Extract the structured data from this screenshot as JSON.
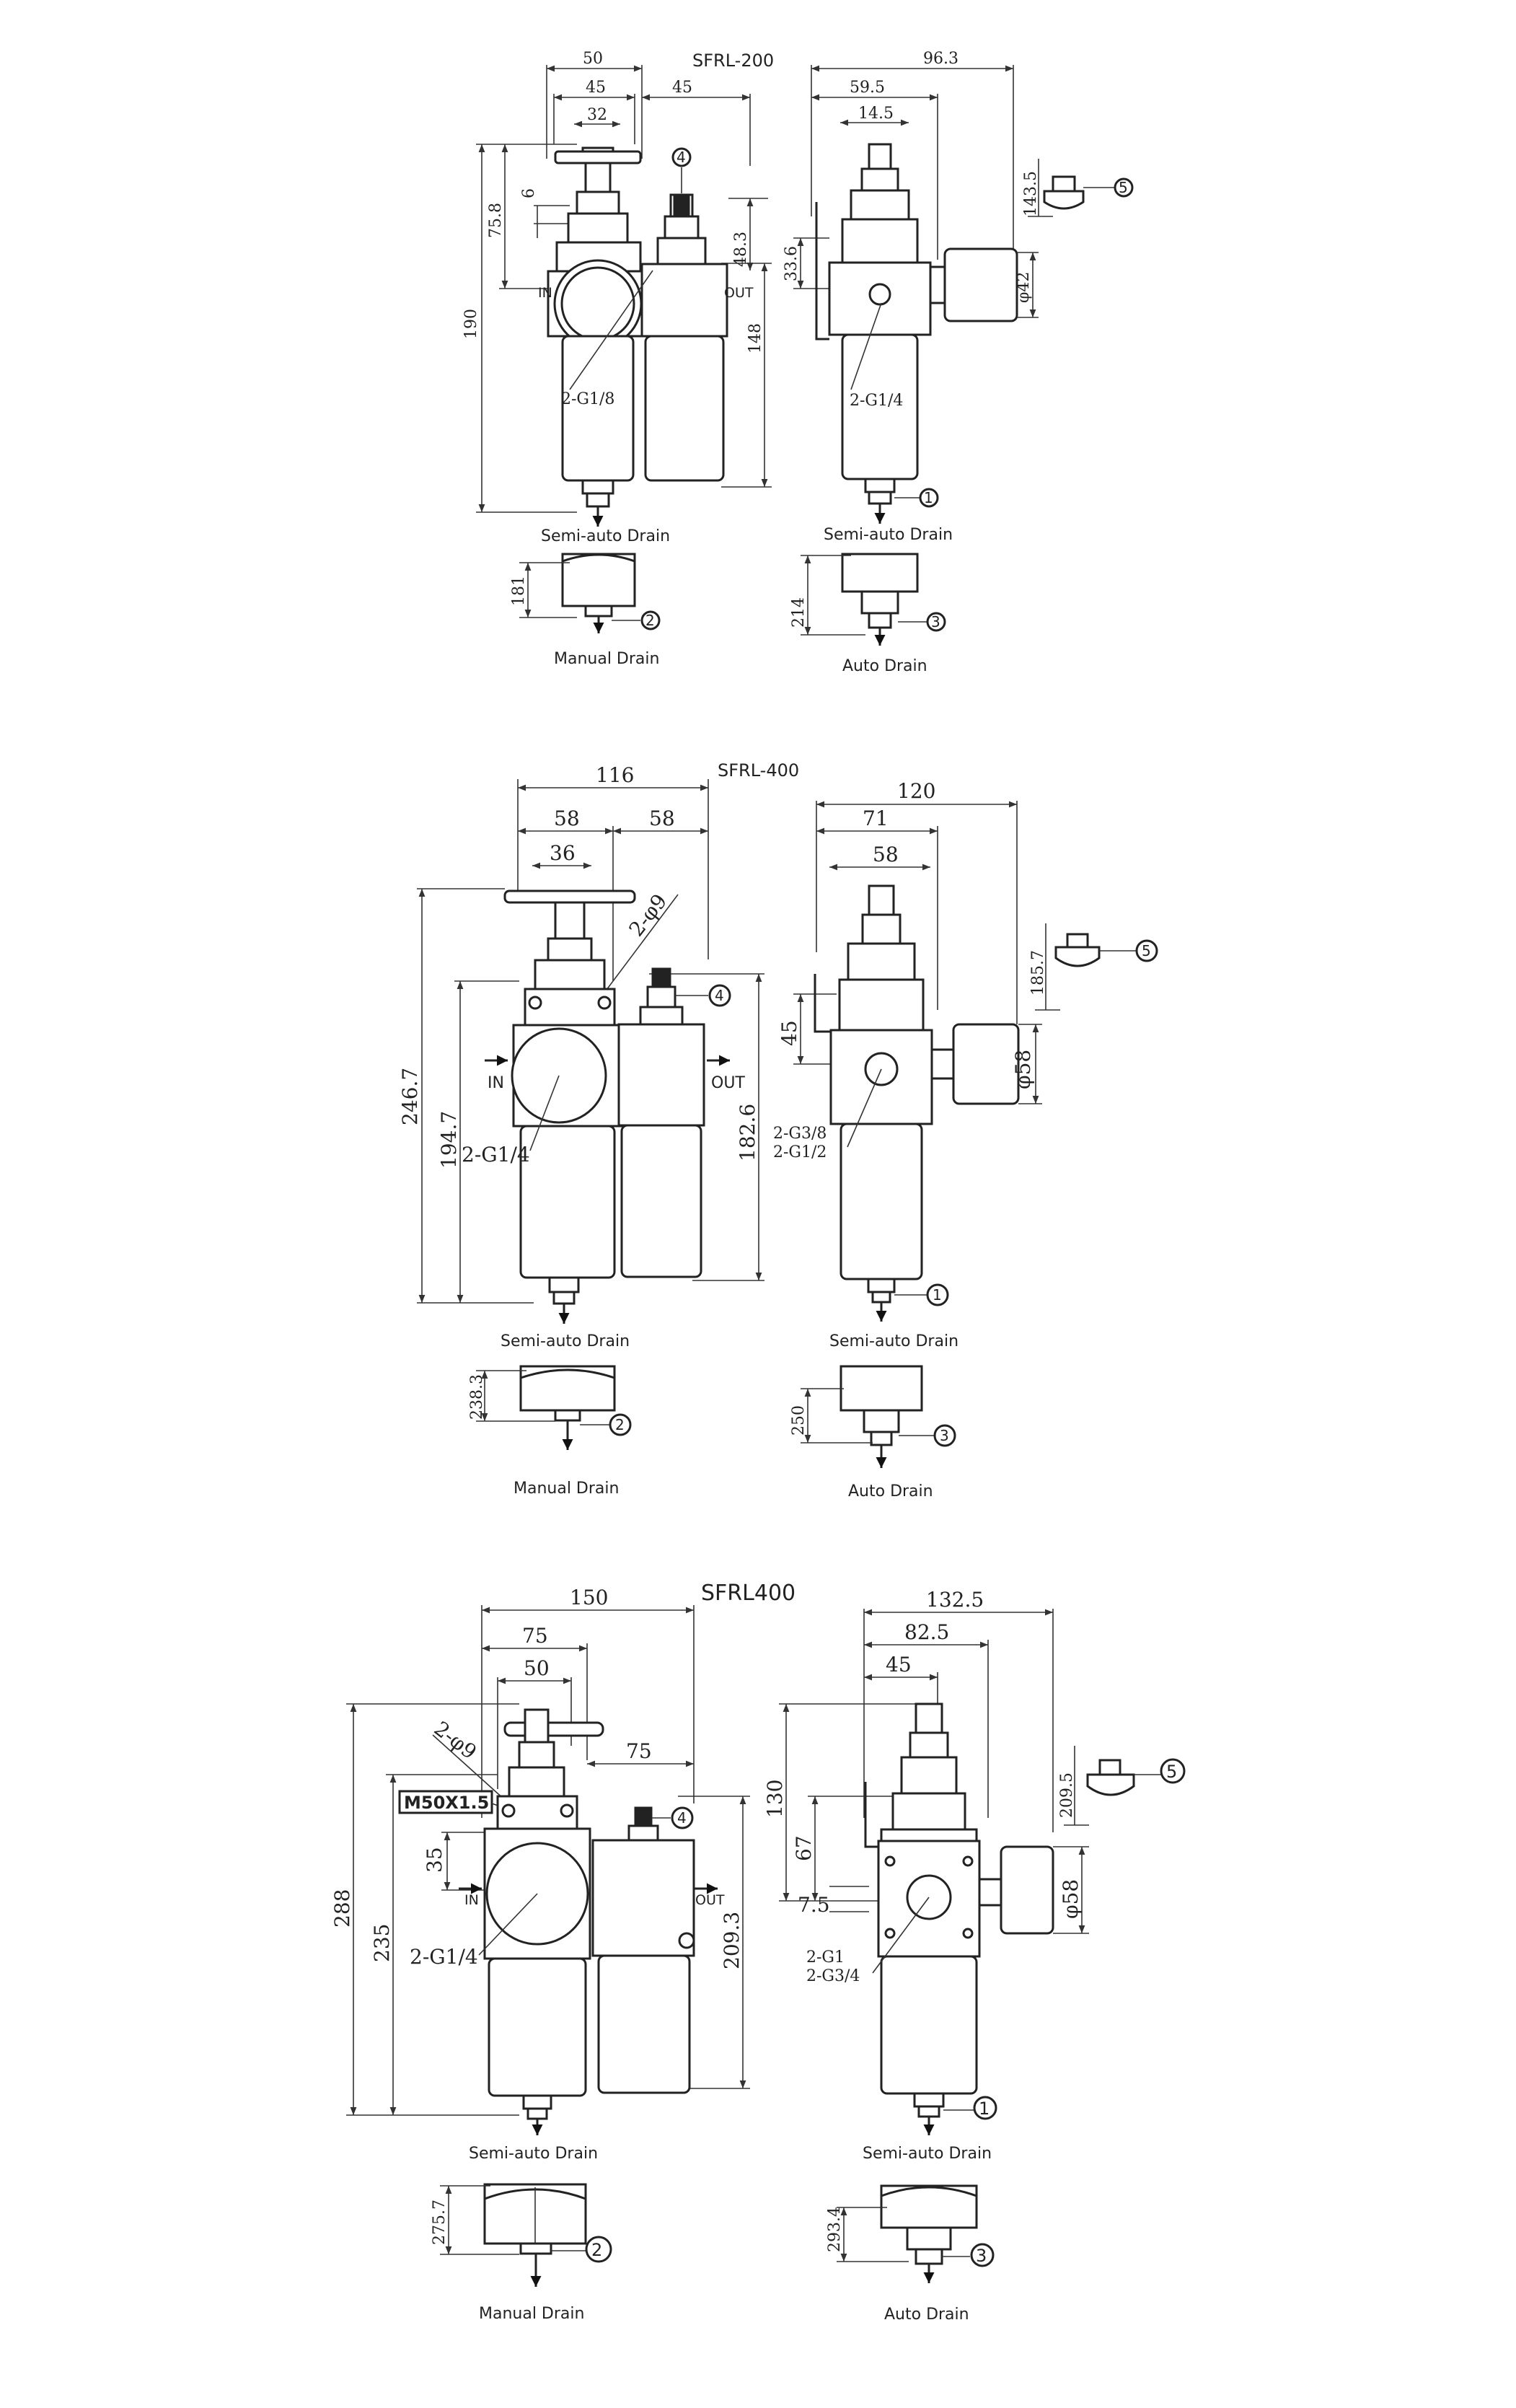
{
  "sections": [
    {
      "title": "SFRL-200",
      "front": {
        "dims": {
          "w_total": "50",
          "w_left": "45",
          "w_right": "45",
          "w_knob": "32",
          "h_total": "190",
          "h_reg": "75.8",
          "h_small": "6",
          "h_lub": "48.3",
          "h_body": "148"
        },
        "port": "2-G1/8",
        "in_label": "IN",
        "out_label": "OUT",
        "drain_caption": "Semi-auto Drain",
        "drain_dim": "181",
        "drain_caption_2": "Manual Drain"
      },
      "side": {
        "dims": {
          "w_total": "96.3",
          "w_mid": "59.5",
          "w_stem": "14.5",
          "h_gauge": "143.5",
          "h_port": "33.6",
          "gauge_dia": "φ42"
        },
        "port": "2-G1/4",
        "drain_caption": "Semi-auto Drain",
        "drain_dim": "214",
        "drain_caption_2": "Auto Drain"
      }
    },
    {
      "title": "SFRL-400",
      "front": {
        "dims": {
          "w_total": "116",
          "w_left": "58",
          "w_right": "58",
          "w_knob": "36",
          "h_total": "246.7",
          "h_mid": "194.7",
          "h_lub": "182.6",
          "holes": "2-φ9"
        },
        "port": "2-G1/4",
        "in_label": "IN",
        "out_label": "OUT",
        "drain_caption": "Semi-auto Drain",
        "drain_dim": "238.3",
        "drain_caption_2": "Manual Drain"
      },
      "side": {
        "dims": {
          "w_total": "120",
          "w_mid": "71",
          "w_stem": "58",
          "h_gauge": "185.7",
          "h_port": "45",
          "gauge_dia": "φ58"
        },
        "port_a": "2-G3/8",
        "port_b": "2-G1/2",
        "drain_caption": "Semi-auto Drain",
        "drain_dim": "250",
        "drain_caption_2": "Auto Drain"
      }
    },
    {
      "title": "SFRL400",
      "front": {
        "dims": {
          "w_total": "150",
          "w_left": "75",
          "w_knob": "50",
          "w_right": "75",
          "h_total": "288",
          "h_mid": "235",
          "h_port": "35",
          "h_lub": "209.3",
          "holes": "2-φ9",
          "thread": "M50X1.5"
        },
        "port": "2-G1/4",
        "in_label": "IN",
        "out_label": "OUT",
        "drain_caption": "Semi-auto Drain",
        "drain_dim": "275.7",
        "drain_caption_2": "Manual Drain"
      },
      "side": {
        "dims": {
          "w_total": "132.5",
          "w_mid": "82.5",
          "w_stem": "45",
          "h_130": "130",
          "h_67": "67",
          "h_75": "7.5",
          "h_gauge": "209.5",
          "gauge_dia": "φ58"
        },
        "port_a": "2-G1",
        "port_b": "2-G3/4",
        "drain_caption": "Semi-auto Drain",
        "drain_dim": "293.4",
        "drain_caption_2": "Auto Drain"
      }
    }
  ],
  "callouts": [
    "1",
    "2",
    "3",
    "4",
    "5"
  ]
}
